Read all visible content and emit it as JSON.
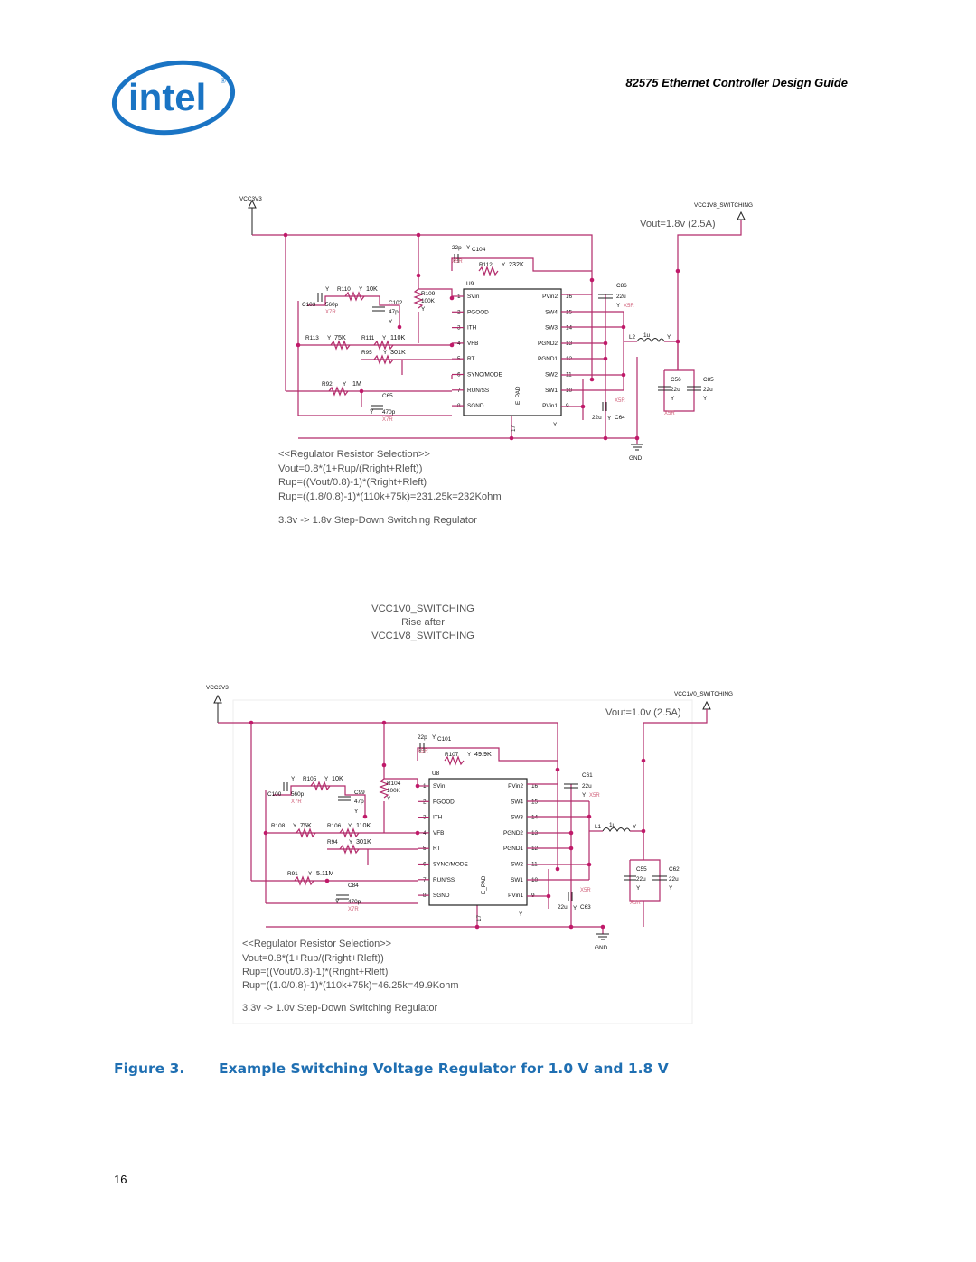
{
  "header": {
    "logo_text": "intel",
    "doc_title": "82575 Ethernet Controller Design Guide"
  },
  "schematic_top": {
    "rail_in": "VCC3V3",
    "rail_out": "VCC1V8_SWITCHING",
    "vout": "Vout=1.8v (2.5A)",
    "chip": "U9",
    "pins_left": [
      "SVin",
      "PGOOD",
      "ITH",
      "VFB",
      "RT",
      "SYNC/MODE",
      "RUN/SS",
      "SGND"
    ],
    "pins_left_num": [
      "1",
      "2",
      "3",
      "4",
      "5",
      "6",
      "7",
      "8"
    ],
    "pins_right": [
      "PVin2",
      "SW4",
      "SW3",
      "PGND2",
      "PGND1",
      "SW2",
      "SW1",
      "PVin1"
    ],
    "pins_right_num": [
      "16",
      "15",
      "14",
      "13",
      "12",
      "11",
      "10",
      "9"
    ],
    "epad": "E_PAD",
    "epad_num": "17",
    "c104": "C104",
    "c104_val": "22p",
    "r112": "R112",
    "r112_val": "232K",
    "r109": "R109",
    "r109_val": "100K",
    "r110": "R110",
    "r110_val": "10K",
    "c103": "C103",
    "c103_val": "560p",
    "c102": "C102",
    "c102_val": "47p",
    "r113": "R113",
    "r113_val": "75K",
    "r111": "R111",
    "r111_val": "110K",
    "r95": "R95",
    "r95_val": "301K",
    "r92": "R92",
    "r92_val": "1M",
    "c65": "C65",
    "c65_val": "470p",
    "c86": "C86",
    "c86_val": "22u",
    "l2": "L2",
    "l2_val": "1u",
    "c56": "C56",
    "c56_val": "22u",
    "c85": "C85",
    "c85_val": "22u",
    "c64": "C64",
    "c64_val": "22u",
    "gnd": "GND",
    "y": "Y",
    "x7r": "X7R",
    "x5r": "X5R",
    "notes": [
      "<<Regulator Resistor Selection>>",
      "Vout=0.8*(1+Rup/(Rright+Rleft))",
      "Rup=((Vout/0.8)-1)*(Rright+Rleft)",
      "Rup=((1.8/0.8)-1)*(110k+75k)=231.25k=232Kohm"
    ],
    "subtitle": "3.3v -> 1.8v Step-Down Switching Regulator"
  },
  "sequence_note": [
    "VCC1V0_SWITCHING",
    "Rise after",
    "VCC1V8_SWITCHING"
  ],
  "schematic_bottom": {
    "rail_in": "VCC3V3",
    "rail_out": "VCC1V0_SWITCHING",
    "vout": "Vout=1.0v (2.5A)",
    "chip": "U8",
    "c101": "C101",
    "c101_val": "22p",
    "r107": "R107",
    "r107_val": "49.9K",
    "r104": "R104",
    "r104_val": "100K",
    "r105": "R105",
    "r105_val": "10K",
    "c100": "C100",
    "c100_val": "560p",
    "c99": "C99",
    "c99_val": "47p",
    "r108": "R108",
    "r108_val": "75K",
    "r106": "R106",
    "r106_val": "110K",
    "r94": "R94",
    "r94_val": "301K",
    "r91": "R91",
    "r91_val": "5.11M",
    "c84": "C84",
    "c84_val": "470p",
    "c61": "C61",
    "c61_val": "22u",
    "l1": "L1",
    "l1_val": "1u",
    "c55": "C55",
    "c55_val": "22u",
    "c62": "C62",
    "c62_val": "22u",
    "c63": "C63",
    "c63_val": "22u",
    "gnd": "GND",
    "notes": [
      "<<Regulator Resistor Selection>>",
      "Vout=0.8*(1+Rup/(Rright+Rleft))",
      "Rup=((Vout/0.8)-1)*(Rright+Rleft)",
      "Rup=((1.0/0.8)-1)*(110k+75k)=46.25k=49.9Kohm"
    ],
    "subtitle": "3.3v -> 1.0v Step-Down Switching Regulator"
  },
  "figure": {
    "label": "Figure 3.",
    "title": "Example Switching Voltage Regulator for 1.0 V and 1.8 V"
  },
  "page_number": "16",
  "colors": {
    "wire": "#b22a6a",
    "caption": "#1f6fb2",
    "logo": "#1a74c4"
  }
}
